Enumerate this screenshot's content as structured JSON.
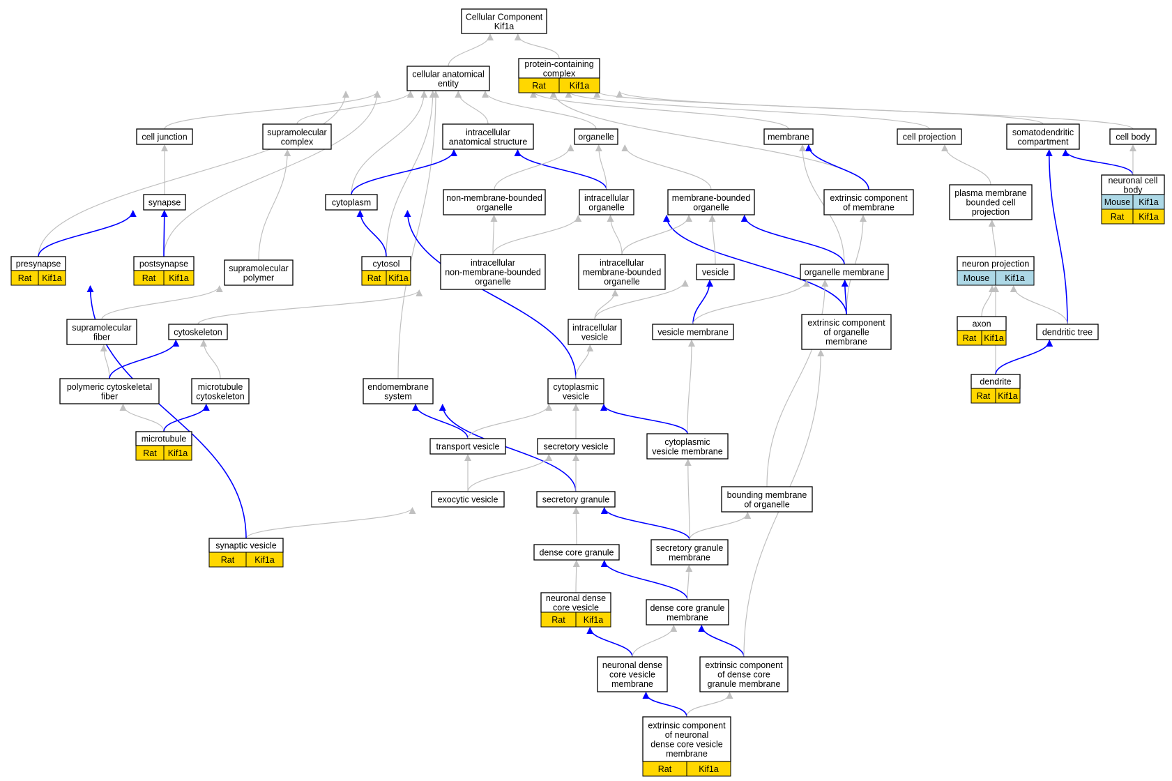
{
  "colors": {
    "edge_grey": "#c0c0c0",
    "edge_blue": "#0000ff",
    "rat": "#ffd700",
    "mouse": "#add8e6"
  },
  "nodes": {
    "root": {
      "lines": [
        "Cellular Component",
        "Kif1a"
      ]
    },
    "protein_complex": {
      "lines": [
        "protein-containing",
        "complex"
      ],
      "tags": [
        [
          "Rat",
          "Kif1a"
        ]
      ]
    },
    "cae": {
      "lines": [
        "cellular anatomical",
        "entity"
      ]
    },
    "cell_junction": {
      "lines": [
        "cell junction"
      ]
    },
    "supramol_complex": {
      "lines": [
        "supramolecular",
        "complex"
      ]
    },
    "ias": {
      "lines": [
        "intracellular",
        "anatomical structure"
      ]
    },
    "organelle": {
      "lines": [
        "organelle"
      ]
    },
    "membrane": {
      "lines": [
        "membrane"
      ]
    },
    "cell_projection": {
      "lines": [
        "cell projection"
      ]
    },
    "somatodendritic": {
      "lines": [
        "somatodendritic",
        "compartment"
      ]
    },
    "cell_body": {
      "lines": [
        "cell body"
      ]
    },
    "synapse": {
      "lines": [
        "synapse"
      ]
    },
    "cytoplasm": {
      "lines": [
        "cytoplasm"
      ]
    },
    "nmbo": {
      "lines": [
        "non-membrane-bounded",
        "organelle"
      ]
    },
    "io": {
      "lines": [
        "intracellular",
        "organelle"
      ]
    },
    "mbo": {
      "lines": [
        "membrane-bounded",
        "organelle"
      ]
    },
    "ecm": {
      "lines": [
        "extrinsic component",
        "of membrane"
      ]
    },
    "pmbcp": {
      "lines": [
        "plasma membrane",
        "bounded cell",
        "projection"
      ]
    },
    "ncb": {
      "lines": [
        "neuronal cell",
        "body"
      ],
      "tags": [
        [
          "Mouse",
          "Kif1a"
        ],
        [
          "Rat",
          "Kif1a"
        ]
      ]
    },
    "presynapse": {
      "lines": [
        "presynapse"
      ],
      "tags": [
        [
          "Rat",
          "Kif1a"
        ]
      ]
    },
    "postsynapse": {
      "lines": [
        "postsynapse"
      ],
      "tags": [
        [
          "Rat",
          "Kif1a"
        ]
      ]
    },
    "supramol_polymer": {
      "lines": [
        "supramolecular",
        "polymer"
      ]
    },
    "cytosol": {
      "lines": [
        "cytosol"
      ],
      "tags": [
        [
          "Rat",
          "Kif1a"
        ]
      ]
    },
    "inmbo": {
      "lines": [
        "intracellular",
        "non-membrane-bounded",
        "organelle"
      ]
    },
    "imbo": {
      "lines": [
        "intracellular",
        "membrane-bounded",
        "organelle"
      ]
    },
    "vesicle": {
      "lines": [
        "vesicle"
      ]
    },
    "org_membrane": {
      "lines": [
        "organelle membrane"
      ]
    },
    "neuron_projection": {
      "lines": [
        "neuron projection"
      ],
      "tags": [
        [
          "Mouse",
          "Kif1a"
        ]
      ]
    },
    "supramol_fiber": {
      "lines": [
        "supramolecular",
        "fiber"
      ]
    },
    "cytoskeleton": {
      "lines": [
        "cytoskeleton"
      ]
    },
    "ivesicle": {
      "lines": [
        "intracellular",
        "vesicle"
      ]
    },
    "ves_membrane": {
      "lines": [
        "vesicle membrane"
      ]
    },
    "ecom": {
      "lines": [
        "extrinsic component",
        "of organelle",
        "membrane"
      ]
    },
    "axon": {
      "lines": [
        "axon"
      ],
      "tags": [
        [
          "Rat",
          "Kif1a"
        ]
      ]
    },
    "dendritic_tree": {
      "lines": [
        "dendritic tree"
      ]
    },
    "pcf": {
      "lines": [
        "polymeric cytoskeletal",
        "fiber"
      ]
    },
    "mt_cytoskeleton": {
      "lines": [
        "microtubule",
        "cytoskeleton"
      ]
    },
    "endomembrane": {
      "lines": [
        "endomembrane",
        "system"
      ]
    },
    "cyto_vesicle": {
      "lines": [
        "cytoplasmic",
        "vesicle"
      ]
    },
    "dendrite": {
      "lines": [
        "dendrite"
      ],
      "tags": [
        [
          "Rat",
          "Kif1a"
        ]
      ]
    },
    "microtubule": {
      "lines": [
        "microtubule"
      ],
      "tags": [
        [
          "Rat",
          "Kif1a"
        ]
      ]
    },
    "transport_vesicle": {
      "lines": [
        "transport vesicle"
      ]
    },
    "secretory_vesicle": {
      "lines": [
        "secretory vesicle"
      ]
    },
    "cvm": {
      "lines": [
        "cytoplasmic",
        "vesicle membrane"
      ]
    },
    "exocytic": {
      "lines": [
        "exocytic vesicle"
      ]
    },
    "secretory_granule": {
      "lines": [
        "secretory granule"
      ]
    },
    "bmo": {
      "lines": [
        "bounding membrane",
        "of organelle"
      ]
    },
    "synaptic_vesicle": {
      "lines": [
        "synaptic vesicle"
      ],
      "tags": [
        [
          "Rat",
          "Kif1a"
        ]
      ]
    },
    "dcg": {
      "lines": [
        "dense core granule"
      ]
    },
    "sgm": {
      "lines": [
        "secretory granule",
        "membrane"
      ]
    },
    "ndcv": {
      "lines": [
        "neuronal dense",
        "core vesicle"
      ],
      "tags": [
        [
          "Rat",
          "Kif1a"
        ]
      ]
    },
    "dcgm": {
      "lines": [
        "dense core granule",
        "membrane"
      ]
    },
    "ndcvm": {
      "lines": [
        "neuronal dense",
        "core vesicle",
        "membrane"
      ]
    },
    "ecdcgm": {
      "lines": [
        "extrinsic component",
        "of dense core",
        "granule membrane"
      ]
    },
    "ecndcvm": {
      "lines": [
        "extrinsic component",
        "of neuronal",
        "dense core vesicle",
        "membrane"
      ],
      "tags": [
        [
          "Rat",
          "Kif1a"
        ]
      ]
    }
  }
}
